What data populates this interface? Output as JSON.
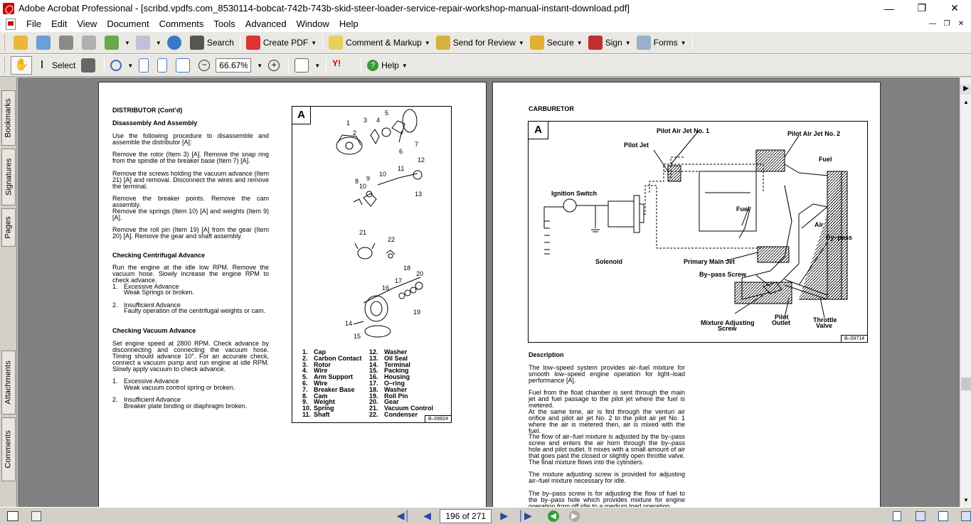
{
  "window": {
    "title": "Adobe Acrobat Professional - [scribd.vpdfs.com_8530114-bobcat-742b-743b-skid-steer-loader-service-repair-workshop-manual-instant-download.pdf]"
  },
  "menu": [
    "File",
    "Edit",
    "View",
    "Document",
    "Comments",
    "Tools",
    "Advanced",
    "Window",
    "Help"
  ],
  "toolbar1": {
    "search": "Search",
    "create_pdf": "Create PDF",
    "comment_markup": "Comment & Markup",
    "send_review": "Send for Review",
    "secure": "Secure",
    "sign": "Sign",
    "forms": "Forms"
  },
  "toolbar2": {
    "select": "Select",
    "zoom": "66.67%",
    "help": "Help"
  },
  "side_tabs": {
    "bookmarks": "Bookmarks",
    "signatures": "Signatures",
    "pages": "Pages",
    "attachments": "Attachments",
    "comments": "Comments"
  },
  "status": {
    "page": "196 of 271"
  },
  "left_page": {
    "heading1": "DISTRIBUTOR (Cont’d)",
    "heading2": "Disassembly And Assembly",
    "p1": "Use the following procedure to disassemble and assemble the distributor [A]:",
    "p2": "Remove the rotor (Item 3) [A]. Remove the snap ring from the spindle of the breaker base (Item 7) [A].",
    "p3": "Remove the screws holding the vacuum advance (Item 21) [A] and removal. Disconnect the wires and remove the terminal.",
    "p4": "Remove the breaker points. Remove the cam assembly.",
    "p5": "Remove the springs (Item 10) [A] and weights (Item 9) [A].",
    "p6": "Remove the roll pin (Item 19) [A] from the gear (Item 20) [A]. Remove the gear and shaft assembly.",
    "heading3": "Checking Centrifugal Advance",
    "p7": "Run the engine at the idle low RPM. Remove the vacuum hose. Slowly increase the engine RPM to check advance.",
    "l1n": "1.",
    "l1a": "Excessive Advance",
    "l1b": "Weak Springs or broken.",
    "l2n": "2.",
    "l2a": "Insufficient Advance",
    "l2b": "Faulty operation of the centrifugal weights or cam.",
    "heading4": "Checking Vacuum Advance",
    "p8": "Set engine speed at 2800 RPM. Check advance by disconnecting and connecting the vacuum hose. Timing should advance 10°. For an accurate check, connect a vacuum pump and run engine at idle RPM. Slowly apply vacuum to check advance.",
    "l3n": "1.",
    "l3a": "Excessive Advance",
    "l3b": "Weak vacuum control spring or broken.",
    "l4n": "2.",
    "l4a": "Insufficient Advance",
    "l4b": "Breaker plate binding or diaphragm broken.",
    "figA": "A",
    "figcode": "B–09824",
    "parts": [
      [
        "1.",
        "Cap"
      ],
      [
        "2.",
        "Carbon Contact"
      ],
      [
        "3.",
        "Rotor"
      ],
      [
        "4.",
        "Wire"
      ],
      [
        "5.",
        "Arm Support"
      ],
      [
        "6.",
        "Wire"
      ],
      [
        "7.",
        "Breaker Base"
      ],
      [
        "8.",
        "Cam"
      ],
      [
        "9.",
        "Weight"
      ],
      [
        "10.",
        "Spring"
      ],
      [
        "11.",
        "Shaft"
      ],
      [
        "12.",
        "Washer"
      ],
      [
        "13.",
        "Oil Seal"
      ],
      [
        "14.",
        "Terminal"
      ],
      [
        "15.",
        "Packing"
      ],
      [
        "16.",
        "Housing"
      ],
      [
        "17.",
        "O–ring"
      ],
      [
        "18.",
        "Washer"
      ],
      [
        "19.",
        "Roll Pin"
      ],
      [
        "20.",
        "Gear"
      ],
      [
        "21.",
        "Vacuum Control"
      ],
      [
        "22.",
        "Condenser"
      ]
    ],
    "callouts": [
      "1",
      "2",
      "3",
      "4",
      "5",
      "6",
      "7",
      "8",
      "9",
      "10",
      "10",
      "11",
      "12",
      "13",
      "21",
      "22",
      "17",
      "18",
      "20",
      "16",
      "19",
      "14",
      "15"
    ]
  },
  "right_page": {
    "heading1": "CARBURETOR",
    "figA": "A",
    "figcode": "B–09714",
    "labels": {
      "pilot_air_jet_1": "Pilot Air Jet No. 1",
      "pilot_air_jet_2": "Pilot Air Jet No. 2",
      "pilot_jet": "Pilot Jet",
      "fuel_top": "Fuel",
      "ignition_switch": "Ignition Switch",
      "fuel_mid": "Fuel",
      "air": "Air",
      "bypass": "By–pass",
      "solenoid": "Solenoid",
      "primary_main_jet": "Primary Main Jet",
      "bypass_screw": "By–pass Screw",
      "mixture_screw_1": "Mixture Adjusting",
      "mixture_screw_2": "Screw",
      "pilot_outlet_1": "Pilot",
      "pilot_outlet_2": "Outlet",
      "throttle_valve_1": "Throttle",
      "throttle_valve_2": "Valve"
    },
    "heading2": "Description",
    "p1": "The low–speed system provides air–fuel mixture for smooth low–speed engine operation for light–load performance [A].",
    "p2": "Fuel from the float chamber is sent through the main jet and fuel passage to the pilot jet where the fuel is metered.",
    "p3": "At the same time, air is fed through the venturi air orifice and pilot air jet No. 2 to the pilot air jet No. 1 where the air is metered then, air is mixed with the fuel.",
    "p4": "The flow of air–fuel mixture is adjusted by the by–pass screw and enters the air horn through the by–pass hole and pilot outlet. It mixes with a small amount of air that goes past the closed or slightly open throttle valve. The final mixture flows into the cylinders.",
    "p5": "The mixture adjusting screw is provided for adjusting air–fuel mixture necessary for idle.",
    "p6": "The by–pass screw is for adjusting the flow of fuel to the by–pass hole which provides mixture for engine operation from off idle to a medium load operation."
  }
}
